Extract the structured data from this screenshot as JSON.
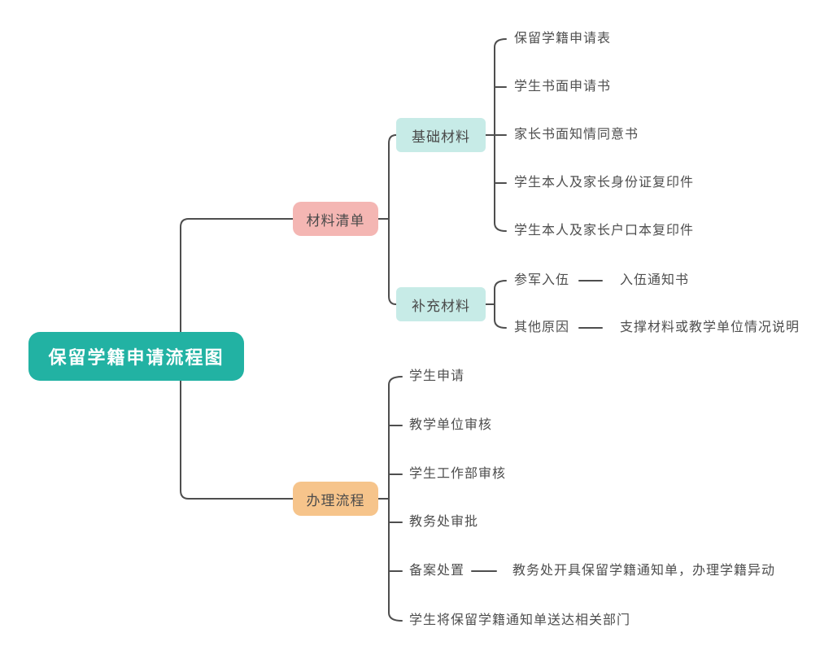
{
  "root": {
    "label": "保留学籍申请流程图"
  },
  "branches": [
    {
      "label": "材料清单",
      "children": [
        {
          "label": "基础材料",
          "children": [
            {
              "label": "保留学籍申请表"
            },
            {
              "label": "学生书面申请书"
            },
            {
              "label": "家长书面知情同意书"
            },
            {
              "label": "学生本人及家长身份证复印件"
            },
            {
              "label": "学生本人及家长户口本复印件"
            }
          ]
        },
        {
          "label": "补充材料",
          "children": [
            {
              "label": "参军入伍",
              "value": "入伍通知书"
            },
            {
              "label": "其他原因",
              "value": "支撑材料或教学单位情况说明"
            }
          ]
        }
      ]
    },
    {
      "label": "办理流程",
      "children": [
        {
          "label": "学生申请"
        },
        {
          "label": "教学单位审核"
        },
        {
          "label": "学生工作部审核"
        },
        {
          "label": "教务处审批"
        },
        {
          "label": "备案处置",
          "value": "教务处开具保留学籍通知单，办理学籍异动"
        },
        {
          "label": "学生将保留学籍通知单送达相关部门"
        }
      ]
    }
  ],
  "colors": {
    "root_bg": "#22B2A3",
    "root_text": "#FFFFFF",
    "material_list_bg": "#F4B6B3",
    "process_bg": "#F6C48B",
    "sub_material_bg": "#C7EBE7",
    "connector_line": "#4E4E4E",
    "topic_text": "#4E4E4E"
  }
}
